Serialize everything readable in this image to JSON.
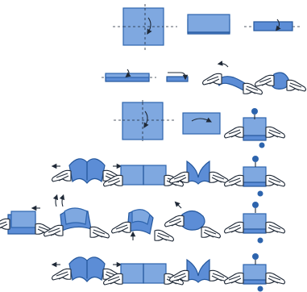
{
  "figure": {
    "palette": {
      "paper": "#7fa8e0",
      "paper_dark": "#5c8dd6",
      "fold_line": "#24579c",
      "ink": "#1f2937",
      "background": "#ffffff"
    },
    "rows": [
      {
        "steps": [
          "square-sheet-fold-line",
          "folded-in-half",
          "thin-folded-strip"
        ]
      },
      {
        "steps": [
          "flat-strip",
          "curl-arrow",
          "hands-twisting-strip",
          "hands-holding-roll"
        ]
      },
      {
        "steps": [
          "square-sheet-fold-line",
          "folded-rectangle",
          "hands-holding-stack-with-badges"
        ]
      },
      {
        "steps": [
          "hands-opening-book",
          "hands-flat-book",
          "hands-fan-open",
          "hands-stack-with-badge"
        ]
      },
      {
        "steps": [
          "hands-push-sheet",
          "hands-lift-corner",
          "hands-bend-sheet",
          "hands-crumple-corner",
          "hands-stack-with-badges"
        ]
      },
      {
        "steps": [
          "hands-opening-book",
          "hands-flat-book",
          "hands-fan-open",
          "hands-stack-with-badges"
        ]
      }
    ]
  }
}
